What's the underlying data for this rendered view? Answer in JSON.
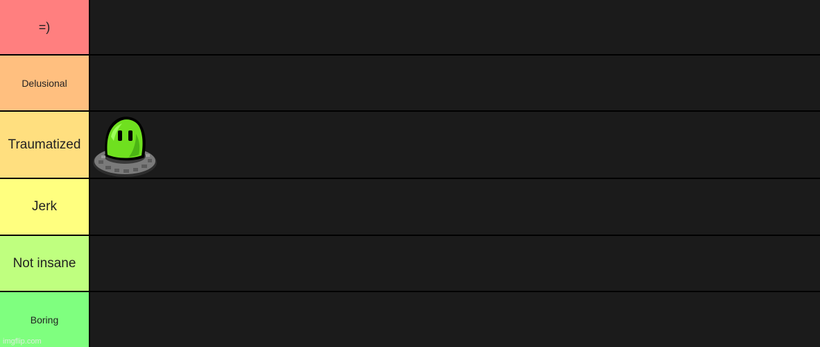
{
  "tiers": [
    {
      "label": "=)",
      "color": "#ff7f7f"
    },
    {
      "label": "Delusional",
      "color": "#ffbf7f"
    },
    {
      "label": "Traumatized",
      "color": "#ffdf7f"
    },
    {
      "label": "Jerk",
      "color": "#ffff7f"
    },
    {
      "label": "Not insane",
      "color": "#bfff7f"
    },
    {
      "label": "Boring",
      "color": "#7fff7f"
    }
  ],
  "placed_item": {
    "tier_index": 2,
    "icon": "green-slime-character-icon"
  },
  "watermark": "imgflip.com"
}
